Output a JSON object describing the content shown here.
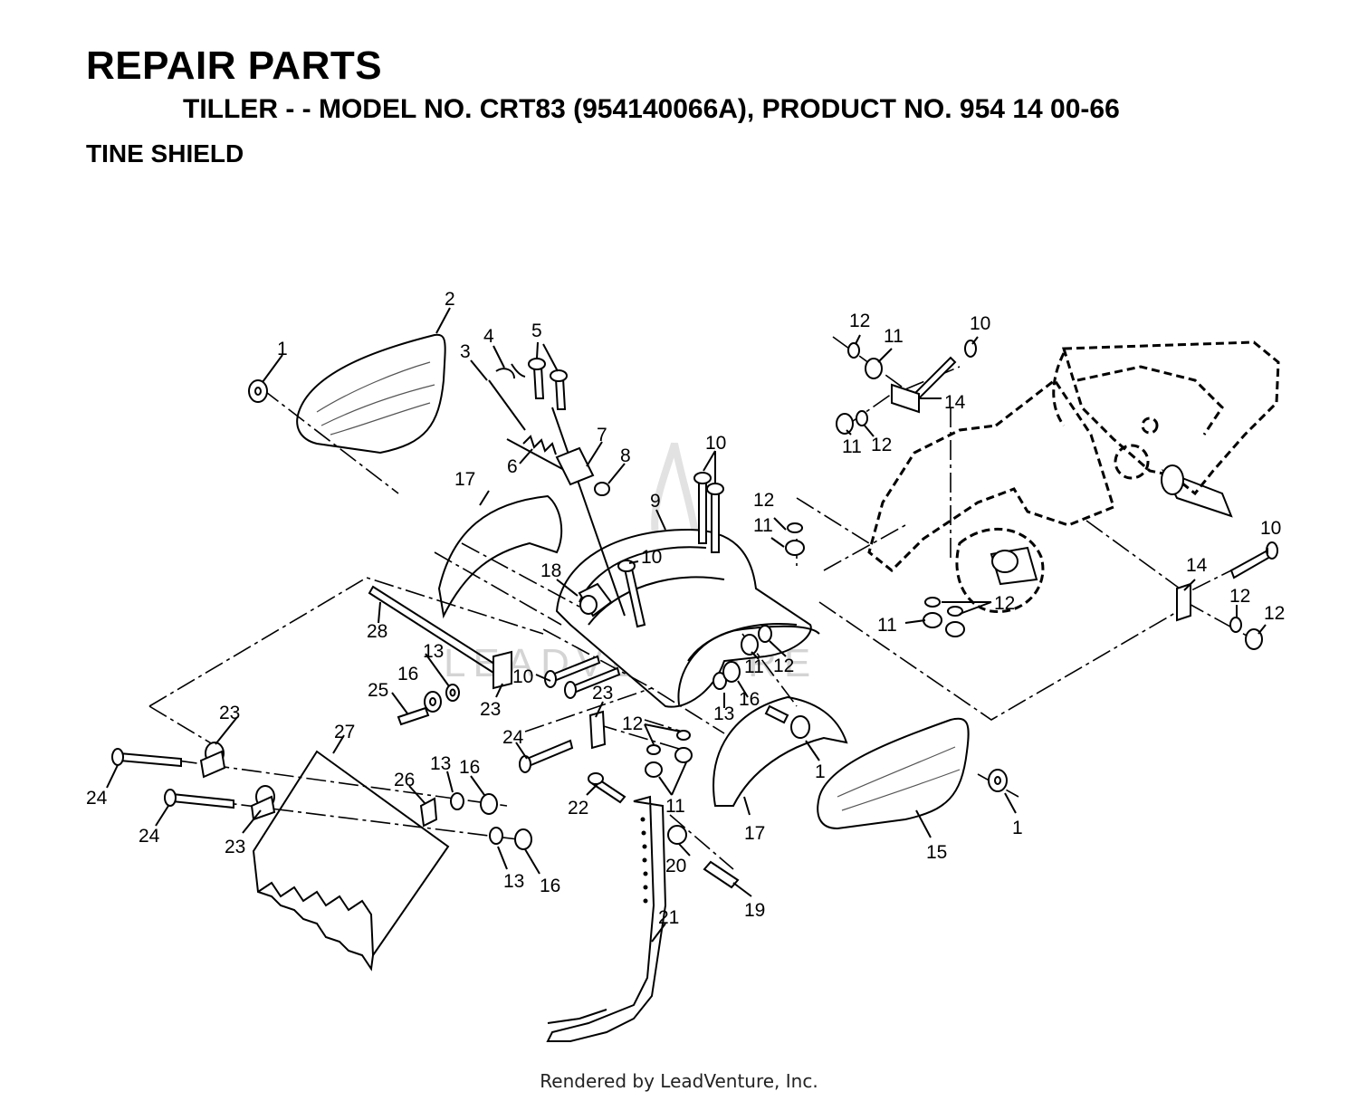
{
  "header": {
    "title": "REPAIR PARTS",
    "subtitle": "TILLER - - MODEL NO. CRT83 (954140066A), PRODUCT NO. 954 14 00-66",
    "section": "TINE SHIELD"
  },
  "watermark": "LEADVENTURE",
  "footer": "Rendered by LeadVenture, Inc.",
  "callouts": [
    "1",
    "2",
    "3",
    "4",
    "5",
    "6",
    "7",
    "8",
    "9",
    "10",
    "10",
    "10",
    "10",
    "10",
    "11",
    "11",
    "11",
    "11",
    "11",
    "11",
    "12",
    "12",
    "12",
    "12",
    "12",
    "12",
    "12",
    "13",
    "13",
    "13",
    "13",
    "14",
    "14",
    "15",
    "16",
    "16",
    "16",
    "16",
    "17",
    "17",
    "18",
    "19",
    "20",
    "21",
    "22",
    "23",
    "23",
    "23",
    "23",
    "24",
    "24",
    "24",
    "25",
    "26",
    "27",
    "28",
    "1"
  ]
}
